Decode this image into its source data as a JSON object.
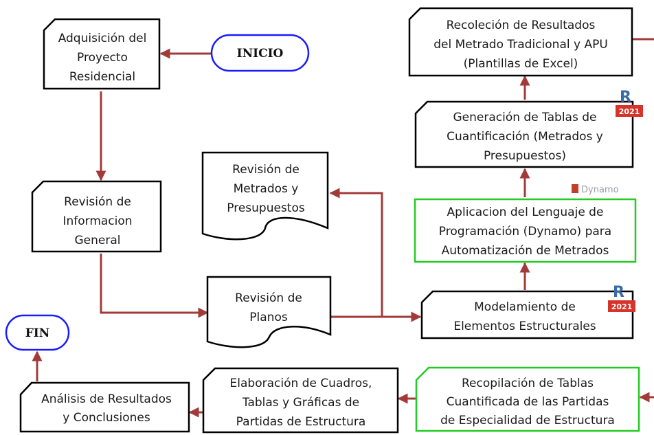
{
  "colors": {
    "arrow": "#a33a3a",
    "border_default": "#000000",
    "border_terminal": "#1a1aff",
    "border_highlight": "#22cc22",
    "revit_badge": "#d6342a",
    "revit_letter": "#3b6aa6",
    "dynamo_text": "#9aa0a6"
  },
  "nodes": {
    "inicio": {
      "lines": [
        "INICIO"
      ]
    },
    "fin": {
      "lines": [
        "FIN"
      ]
    },
    "adquisicion": {
      "lines": [
        "Adquisición del",
        "Proyecto",
        "Residencial"
      ]
    },
    "revision_info": {
      "lines": [
        "Revisión de",
        "Informacion",
        "General"
      ]
    },
    "revision_metrados": {
      "lines": [
        "Revisión de",
        "Metrados y",
        "Presupuestos"
      ]
    },
    "revision_planos": {
      "lines": [
        "Revisión de",
        "Planos"
      ]
    },
    "modelamiento": {
      "lines": [
        "Modelamiento de",
        "Elementos Estructurales"
      ]
    },
    "aplicacion": {
      "lines": [
        "Aplicacion del Lenguaje de",
        "Programación (Dynamo) para",
        "Automatización de Metrados"
      ]
    },
    "generacion": {
      "lines": [
        "Generación de Tablas de",
        "Cuantificación (Metrados y",
        "Presupuestos)"
      ]
    },
    "recoleccion": {
      "lines": [
        "Recoleción de Resultados",
        "del Metrado Tradicional y APU",
        "(Plantillas de Excel)"
      ]
    },
    "recopilacion": {
      "lines": [
        "Recopilación de Tablas",
        "Cuantificada de las Partidas",
        "de Especialidad de Estructura"
      ]
    },
    "elaboracion": {
      "lines": [
        "Elaboración de Cuadros,",
        "Tablas y Gráficas de",
        "Partidas de Estructura"
      ]
    },
    "analisis": {
      "lines": [
        "Análisis de Resultados",
        "y Conclusiones"
      ]
    }
  },
  "badges": {
    "revit_year": "2021",
    "revit_letter": "R",
    "dynamo_label": "Dynamo"
  }
}
